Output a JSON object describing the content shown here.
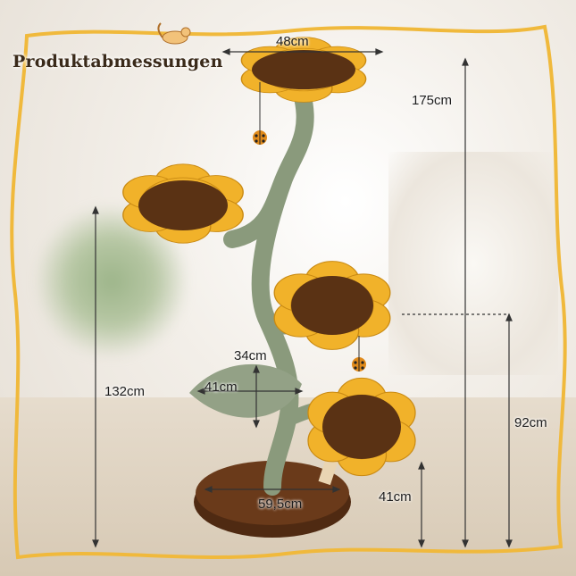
{
  "title": "Produktabmessungen",
  "dimensions": {
    "top_width": "48cm",
    "total_height": "175cm",
    "upper_height": "132cm",
    "leaf_width": "34cm",
    "leaf_height": "41cm",
    "platform_height": "92cm",
    "lower_height": "41cm",
    "base_width": "59,5cm"
  },
  "colors": {
    "petal": "#f1b22a",
    "petal_dark": "#c98a13",
    "center": "#5a3214",
    "stem": "#8a9a7c",
    "base": "#6a3a1a",
    "frame": "#f0b93c",
    "guide": "#333333"
  }
}
